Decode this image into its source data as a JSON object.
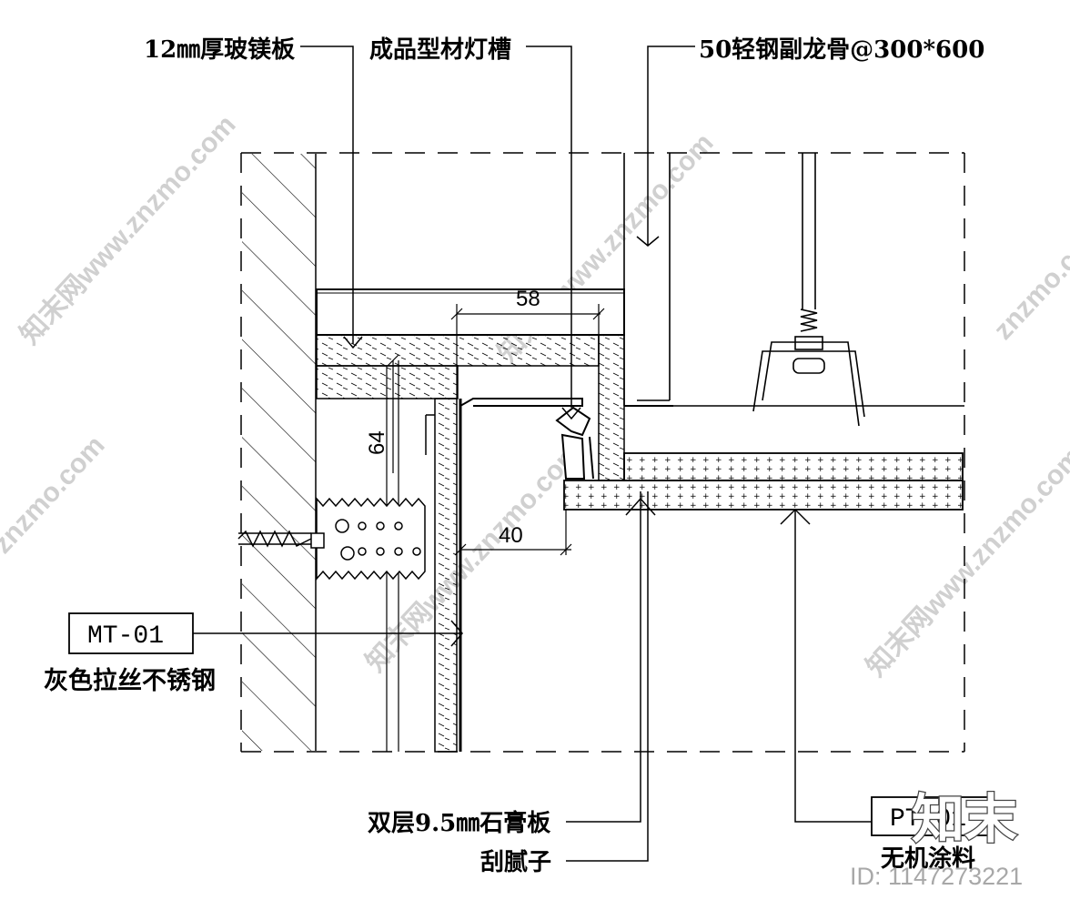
{
  "annotations": {
    "board_12mm": "12㎜厚玻镁板",
    "light_trough": "成品型材灯槽",
    "keel": "50轻钢副龙骨@300*600",
    "dim_58": "58",
    "dim_64": "64",
    "dim_40": "40",
    "mt_tag": "MT-01",
    "mt_desc": "灰色拉丝不锈钢",
    "gypsum": "双层9.5㎜石膏板",
    "putty": "刮腻子",
    "pt_tag": "PT-01",
    "pt_desc": "无机涂料"
  },
  "watermarks": {
    "site_text": "知末网www.znzmo.com",
    "short_text": "znzmo.com",
    "logo_text": "知末",
    "id_text": "ID: 1147273221"
  }
}
